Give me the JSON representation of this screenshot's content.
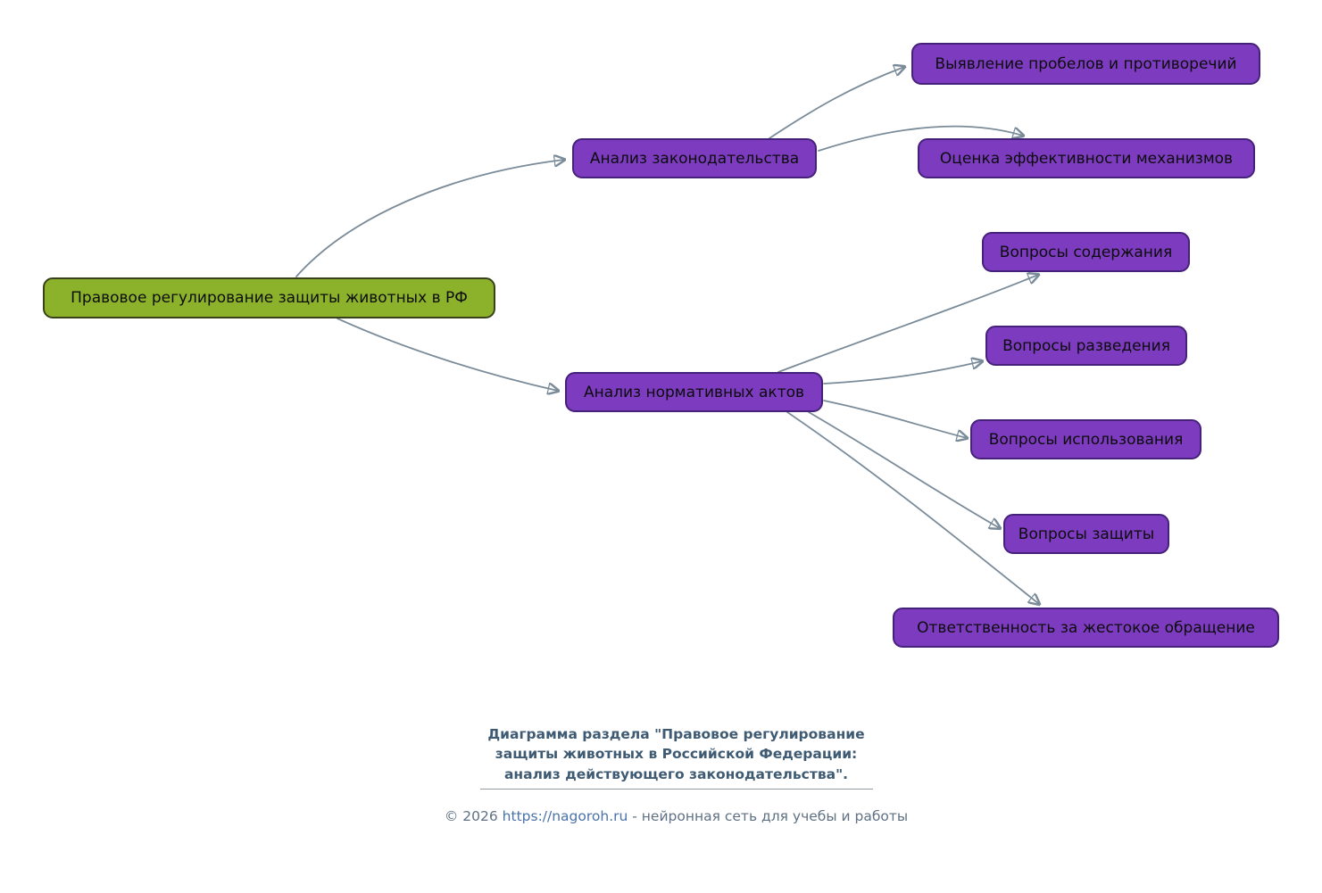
{
  "colors": {
    "root_fill": "#8cb22c",
    "root_border": "#39411a",
    "branch_fill": "#7d3bc0",
    "branch_border": "#45217a",
    "edge": "#7a8b99",
    "caption_text": "#3f5b73",
    "footer_text": "#5f7183",
    "link_text": "#4a72a8"
  },
  "nodes": {
    "root": "Правовое регулирование защиты животных в РФ",
    "law_analysis": "Анализ законодательства",
    "gaps": "Выявление пробелов и противоречий",
    "effectiveness": "Оценка эффективности механизмов",
    "acts_analysis": "Анализ нормативных актов",
    "keeping": "Вопросы содержания",
    "breeding": "Вопросы разведения",
    "usage": "Вопросы использования",
    "protection": "Вопросы защиты",
    "cruelty": "Ответственность за жестокое обращение"
  },
  "footer": {
    "caption": "Диаграмма раздела \"Правовое регулирование\nзащиты животных в Российской Федерации:\nанализ действующего законодательства\".",
    "copyright_prefix": "© 2026 ",
    "link": "https://nagoroh.ru",
    "copyright_suffix": " - нейронная сеть для учебы и работы"
  }
}
